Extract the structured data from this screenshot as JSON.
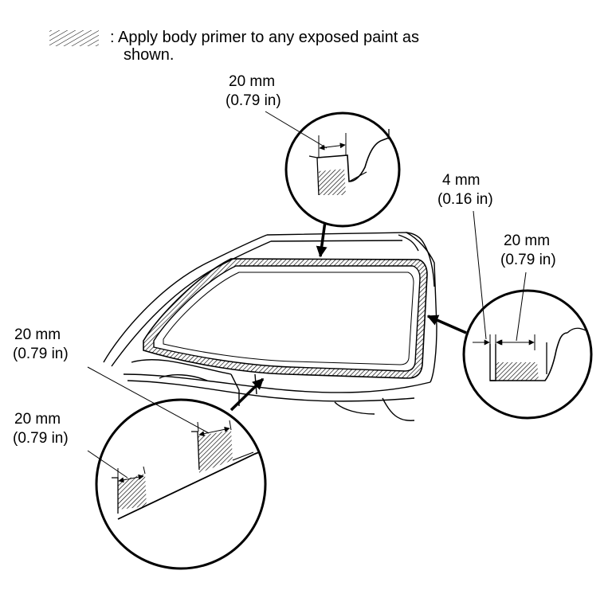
{
  "legend": {
    "icon": "hatch-swatch-icon",
    "text_line1": ": Apply body primer to any exposed paint as",
    "text_line2": "shown."
  },
  "callouts": {
    "top": {
      "mm": "20 mm",
      "inch": "(0.79 in)"
    },
    "right_gap": {
      "mm": "4 mm",
      "inch": "(0.16 in)"
    },
    "right_width": {
      "mm": "20 mm",
      "inch": "(0.79 in)"
    },
    "bottom_upper": {
      "mm": "20 mm",
      "inch": "(0.79 in)"
    },
    "bottom_lower": {
      "mm": "20 mm",
      "inch": "(0.79 in)"
    }
  },
  "colors": {
    "ink": "#000000",
    "paper": "#ffffff"
  }
}
